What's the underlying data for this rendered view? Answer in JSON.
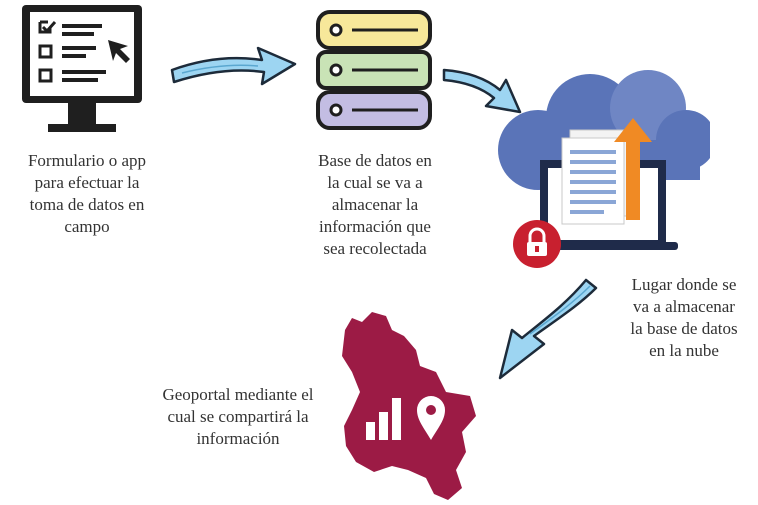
{
  "colors": {
    "monitor": "#1f1f1f",
    "db_top": "#f7e89a",
    "db_middle": "#c9e3b6",
    "db_bottom": "#c3bde3",
    "arrow_fill": "#9dd5f2",
    "cloud": "#5a74b8",
    "upload_arrow": "#f08a24",
    "lock": "#c8202f",
    "map": "#9c1b45"
  },
  "nodes": [
    {
      "id": "form",
      "icon": "form-monitor-icon",
      "caption_lines": [
        "Formulario o app",
        "para efectuar la",
        "toma de datos en",
        "campo"
      ]
    },
    {
      "id": "database",
      "icon": "database-icon",
      "caption_lines": [
        "Base de datos en",
        "la cual se va a",
        "almacenar la",
        "información que",
        "sea recolectada"
      ]
    },
    {
      "id": "cloud",
      "icon": "cloud-upload-icon",
      "caption_lines": [
        "Lugar donde se",
        "va a almacenar",
        "la base de datos",
        "en la nube"
      ]
    },
    {
      "id": "geoportal",
      "icon": "colombia-map-icon",
      "caption_lines": [
        "Geoportal mediante el",
        "cual se compartirá la",
        "información"
      ]
    }
  ]
}
